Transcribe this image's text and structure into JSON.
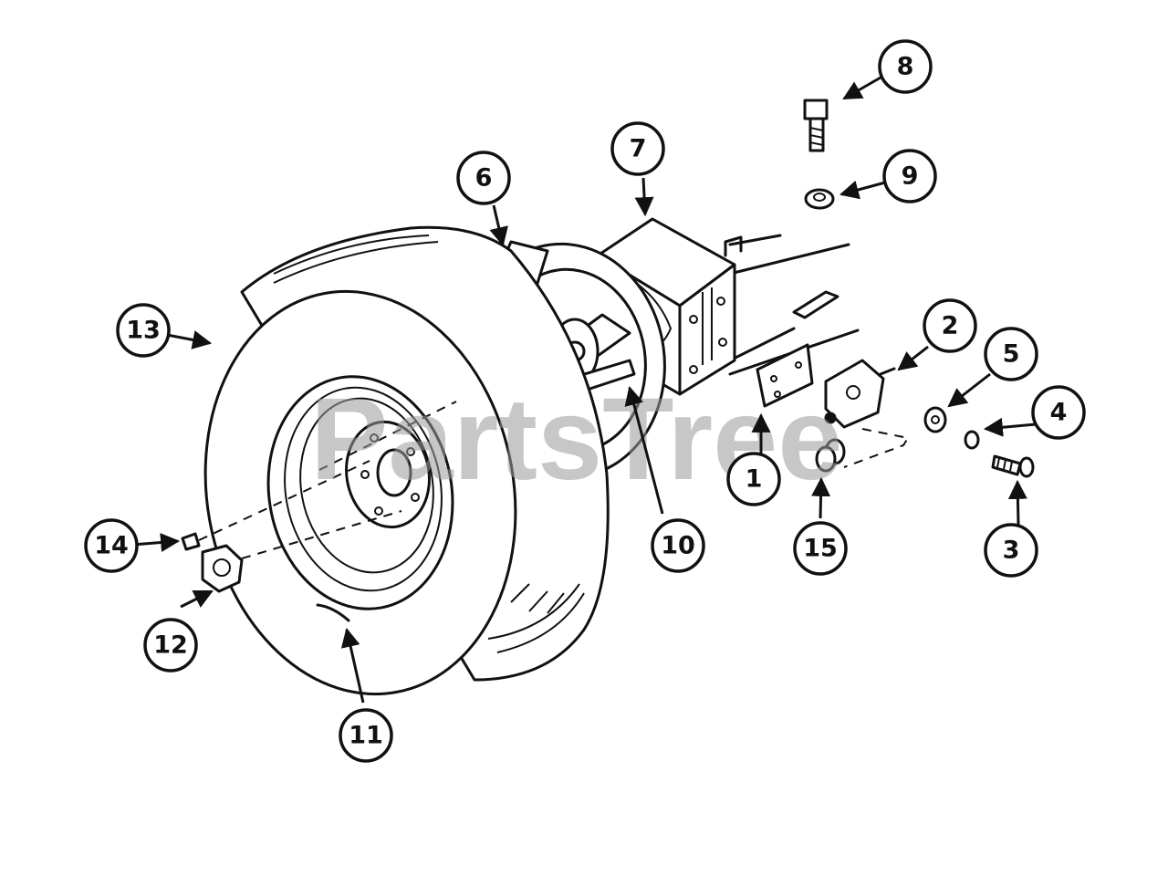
{
  "watermark": "PartsTree",
  "callouts": [
    {
      "id": "1",
      "label": "1",
      "part": "part-1-mounting-plate"
    },
    {
      "id": "2",
      "label": "2",
      "part": "part-2-bracket"
    },
    {
      "id": "3",
      "label": "3",
      "part": "part-3-screw"
    },
    {
      "id": "4",
      "label": "4",
      "part": "part-4-lock-washer"
    },
    {
      "id": "5",
      "label": "5",
      "part": "part-5-nut"
    },
    {
      "id": "6",
      "label": "6",
      "part": "part-6-hub-disc"
    },
    {
      "id": "7",
      "label": "7",
      "part": "part-7-transaxle-housing"
    },
    {
      "id": "8",
      "label": "8",
      "part": "part-8-bolt"
    },
    {
      "id": "9",
      "label": "9",
      "part": "part-9-nut"
    },
    {
      "id": "10",
      "label": "10",
      "part": "part-10-axle-shaft"
    },
    {
      "id": "11",
      "label": "11",
      "part": "part-11-valve-stem"
    },
    {
      "id": "12",
      "label": "12",
      "part": "part-12-lug-nut"
    },
    {
      "id": "13",
      "label": "13",
      "part": "part-13-tire"
    },
    {
      "id": "14",
      "label": "14",
      "part": "part-14-grease-fitting"
    },
    {
      "id": "15",
      "label": "15",
      "part": "part-15-spacer"
    }
  ]
}
